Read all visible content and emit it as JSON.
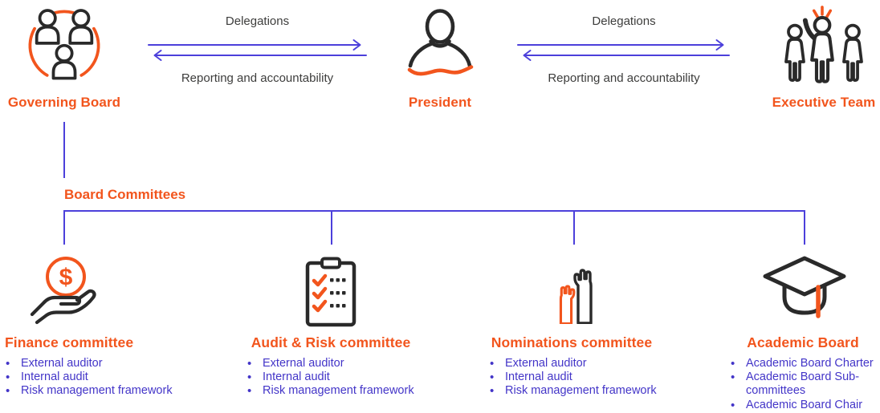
{
  "colors": {
    "orange": "#F2551D",
    "line": "#4C40DB",
    "bullet": "#4335C8",
    "dark": "#2A2A2A",
    "gray": "#3D3D3C"
  },
  "top_row": {
    "nodes": [
      {
        "label": "Governing Board",
        "icon": "people-circle-icon"
      },
      {
        "label": "President",
        "icon": "person-bust-icon"
      },
      {
        "label": "Executive Team",
        "icon": "team-celebrating-icon"
      }
    ],
    "relations": [
      {
        "delegations": "Delegations",
        "reporting": "Reporting and accountability"
      },
      {
        "delegations": "Delegations",
        "reporting": "Reporting and accountability"
      }
    ]
  },
  "board_committees": {
    "section_label": "Board Committees",
    "committees": [
      {
        "title": "Finance committee",
        "icon": "hand-coin-icon",
        "icon_glyph": "$",
        "items": [
          "External auditor",
          "Internal audit",
          "Risk management framework"
        ]
      },
      {
        "title": "Audit & Risk committee",
        "icon": "checklist-clipboard-icon",
        "items": [
          "External auditor",
          "Internal audit",
          "Risk management framework"
        ]
      },
      {
        "title": "Nominations committee",
        "icon": "raised-hands-icon",
        "items": [
          "External auditor",
          "Internal audit",
          "Risk management framework"
        ]
      },
      {
        "title": "Academic Board",
        "icon": "graduation-cap-icon",
        "items": [
          "Academic Board Charter",
          "Academic Board Sub-committees",
          "Academic Board Chair"
        ]
      }
    ]
  }
}
